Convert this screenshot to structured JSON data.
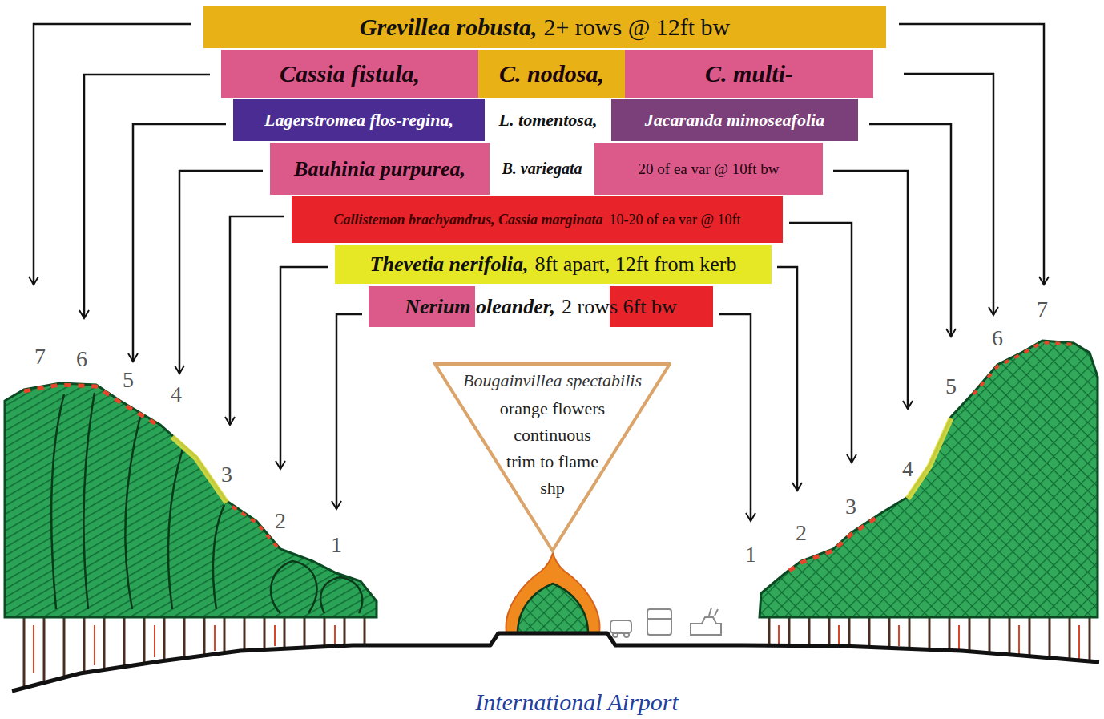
{
  "diagram": {
    "nodes": [
      {
        "text": [
          "Grevillea robusta,",
          "2+ rows @ 12ft bw"
        ]
      },
      {
        "text": [
          "Cassia fistula,",
          "C. nodosa,",
          "C. multi-"
        ]
      },
      {
        "text": [
          "Lagerstromea flos-regina,",
          "L. tomentosa,",
          "Jacaranda mimoseafolia"
        ]
      },
      {
        "text": [
          "Bauhinia purpurea,",
          "B. variegata",
          "20 of ea var @ 10ft bw"
        ]
      },
      {
        "text": [
          "Callistemon brachyandrus, Cassia marginata",
          "10-20 of ea var @ 10ft"
        ]
      },
      {
        "text": [
          "Thevetia nerifolia,",
          "8ft apart, 12ft from kerb"
        ]
      },
      {
        "text": [
          "Nerium oleander,",
          "2 rows 6ft bw"
        ]
      },
      {
        "text": [
          "Bougainvillea spectabilis",
          "orange flowers continuous trim to flame shp"
        ]
      }
    ],
    "labels": [
      "7",
      "6",
      "5",
      "4",
      "3",
      "2",
      "1",
      "1",
      "2",
      "3",
      "4",
      "5",
      "6",
      "7",
      "International Airport"
    ]
  }
}
